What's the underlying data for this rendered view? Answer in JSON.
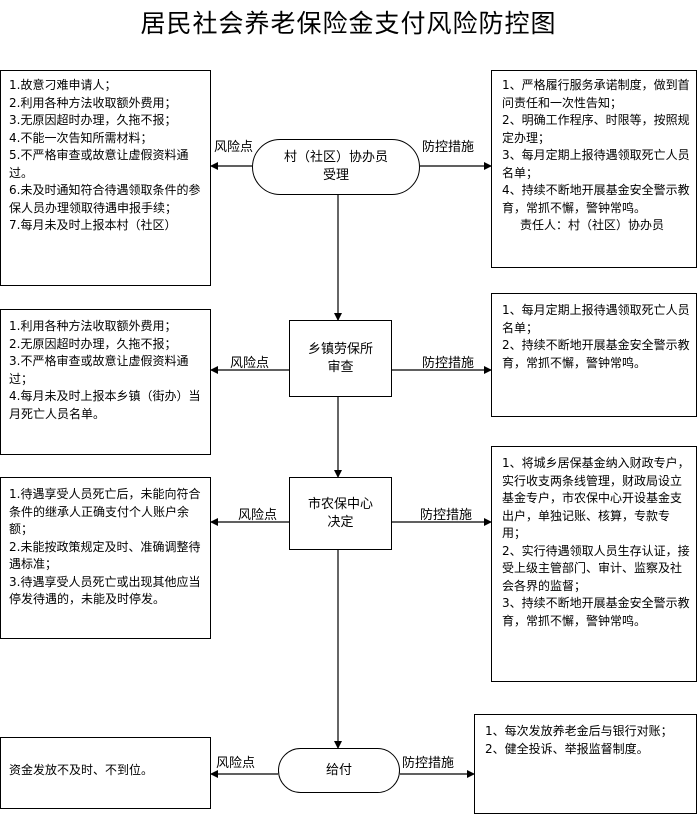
{
  "title": "居民社会养老保险金支付风险防控图",
  "labels": {
    "risk": "风险点",
    "control": "防控措施"
  },
  "stages": [
    {
      "name": "村（社区）协办员\n受理",
      "risks": [
        "1.故意刁难申请人；",
        "2.利用各种方法收取额外费用；",
        "3.无原因超时办理，久拖不报；",
        "4.不能一次告知所需材料；",
        "5.不严格审查或故意让虚假资料通过。",
        "6.未及时通知符合待遇领取条件的参保人员办理领取待遇申报手续；",
        "7.每月未及时上报本村（社区）"
      ],
      "controls": [
        "1、严格履行服务承诺制度，做到首问责任和一次性告知；",
        "2、明确工作程序、时限等，按照规定办理；",
        "3、每月定期上报待遇领取死亡人员名单；",
        "4、持续不断地开展基金安全警示教育，常抓不懈，警钟常鸣。",
        "责任人：村（社区）协办员"
      ]
    },
    {
      "name": "乡镇劳保所\n审查",
      "risks": [
        "1.利用各种方法收取额外费用；",
        "2.无原因超时办理，久拖不报；",
        "3.不严格审查或故意让虚假资料通过；",
        "4.每月未及时上报本乡镇（街办）当月死亡人员名单。"
      ],
      "controls": [
        "1、每月定期上报待遇领取死亡人员名单；",
        "2、持续不断地开展基金安全警示教育，常抓不懈，警钟常鸣。"
      ]
    },
    {
      "name": "市农保中心\n决定",
      "risks": [
        "1.待遇享受人员死亡后，未能向符合条件的继承人正确支付个人账户余额；",
        "2.未能按政策规定及时、准确调整待遇标准；",
        "3.待遇享受人员死亡或出现其他应当停发待遇的，未能及时停发。"
      ],
      "controls": [
        "1、将城乡居保基金纳入财政专户，实行收支两条线管理，财政局设立基金专户，市农保中心开设基金支出户，单独记账、核算，专款专用；",
        "2、实行待遇领取人员生存认证，接受上级主管部门、审计、监察及社会各界的监督；",
        "3、持续不断地开展基金安全警示教育，常抓不懈，警钟常鸣。"
      ]
    },
    {
      "name": "给付",
      "risks": [
        "资金发放不及时、不到位。"
      ],
      "controls": [
        "1、每次发放养老金后与银行对账；",
        "2、健全投诉、举报监督制度。"
      ]
    }
  ]
}
